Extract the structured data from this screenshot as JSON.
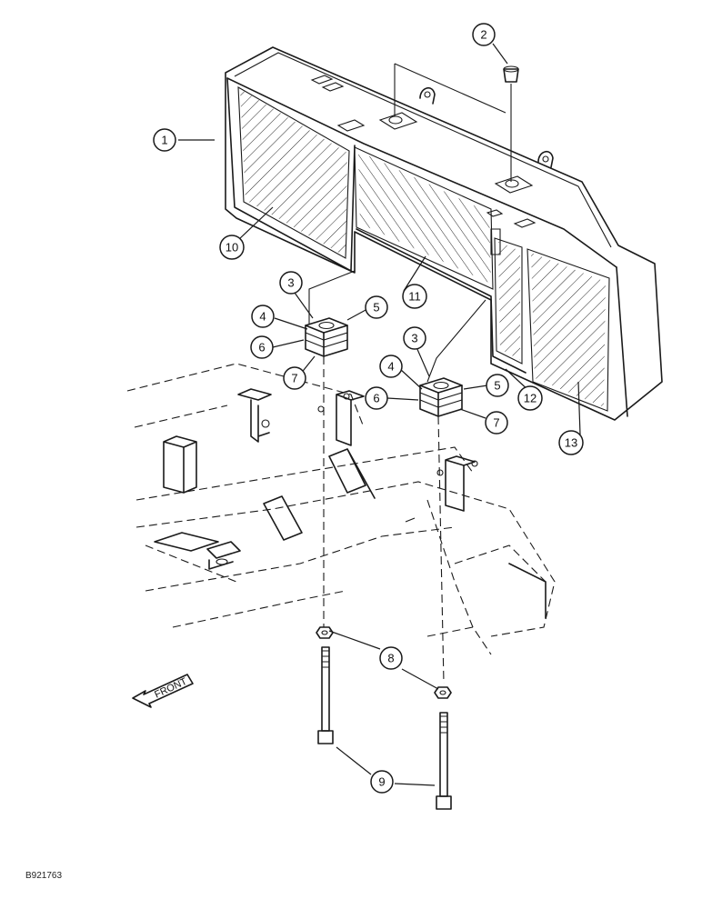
{
  "diagram": {
    "callouts": [
      {
        "id": "c1",
        "label": "1"
      },
      {
        "id": "c2",
        "label": "2"
      },
      {
        "id": "c3a",
        "label": "3"
      },
      {
        "id": "c3b",
        "label": "3"
      },
      {
        "id": "c4a",
        "label": "4"
      },
      {
        "id": "c4b",
        "label": "4"
      },
      {
        "id": "c5a",
        "label": "5"
      },
      {
        "id": "c5b",
        "label": "5"
      },
      {
        "id": "c6a",
        "label": "6"
      },
      {
        "id": "c6b",
        "label": "6"
      },
      {
        "id": "c7a",
        "label": "7"
      },
      {
        "id": "c7b",
        "label": "7"
      },
      {
        "id": "c8",
        "label": "8"
      },
      {
        "id": "c9",
        "label": "9"
      },
      {
        "id": "c10",
        "label": "10"
      },
      {
        "id": "c11",
        "label": "11"
      },
      {
        "id": "c12",
        "label": "12"
      },
      {
        "id": "c13",
        "label": "13"
      }
    ],
    "front_arrow_label": "FRONT",
    "drawing_id": "B921763"
  }
}
